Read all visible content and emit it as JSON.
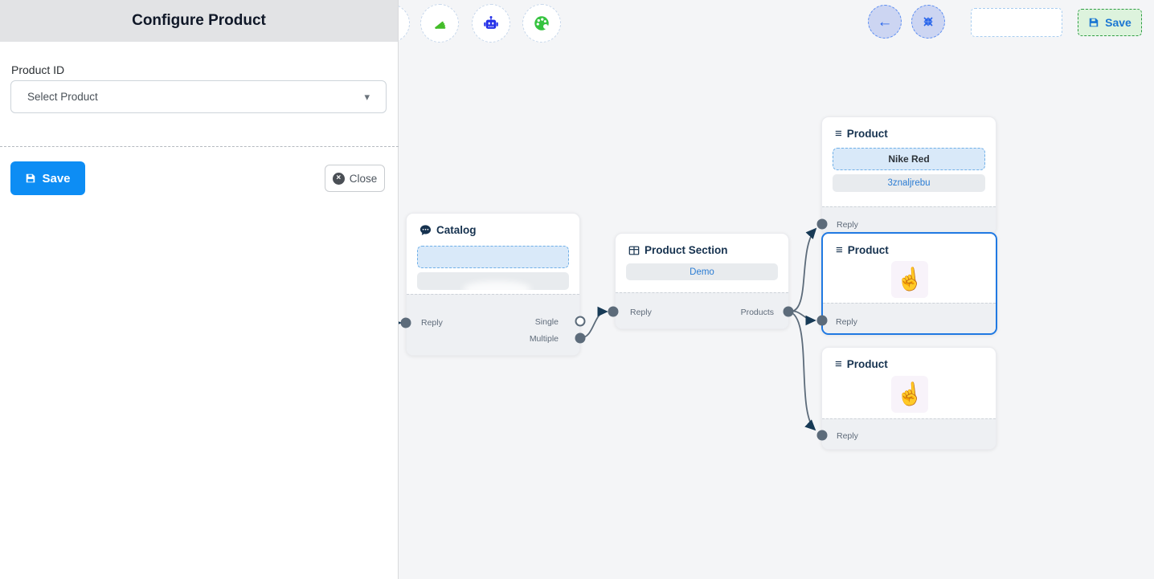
{
  "panel": {
    "title": "Configure Product",
    "product_id_label": "Product ID",
    "select_placeholder": "Select Product",
    "save_label": "Save",
    "close_label": "Close"
  },
  "topbar": {
    "save_label": "Save"
  },
  "icons": {
    "back_arrow": "←",
    "menu": "≡",
    "caret_down": "▾",
    "close_x": "×",
    "hand_cursor": "☝"
  },
  "nodes": {
    "catalog": {
      "title": "Catalog",
      "reply": "Reply",
      "single": "Single",
      "multiple": "Multiple"
    },
    "section": {
      "title": "Product Section",
      "item": "Demo",
      "reply": "Reply",
      "products": "Products"
    },
    "product_top": {
      "title": "Product",
      "item_selected": "Nike Red",
      "item_id": "3znaljrebu",
      "reply": "Reply"
    },
    "product_middle": {
      "title": "Product",
      "reply": "Reply"
    },
    "product_bottom": {
      "title": "Product",
      "reply": "Reply"
    }
  },
  "colors": {
    "accent_blue": "#0d8df4",
    "node_header_text": "#16324f",
    "link_blue": "#2b7cd3",
    "edge": "#5c6b7a",
    "arrowhead": "#173a56",
    "canvas_bg": "#f4f5f7",
    "selected_border": "#2079e2",
    "save_green_bg": "#ddf3dd",
    "save_green_border": "#2f9e44",
    "lavender_button": "#ccd5f2"
  }
}
